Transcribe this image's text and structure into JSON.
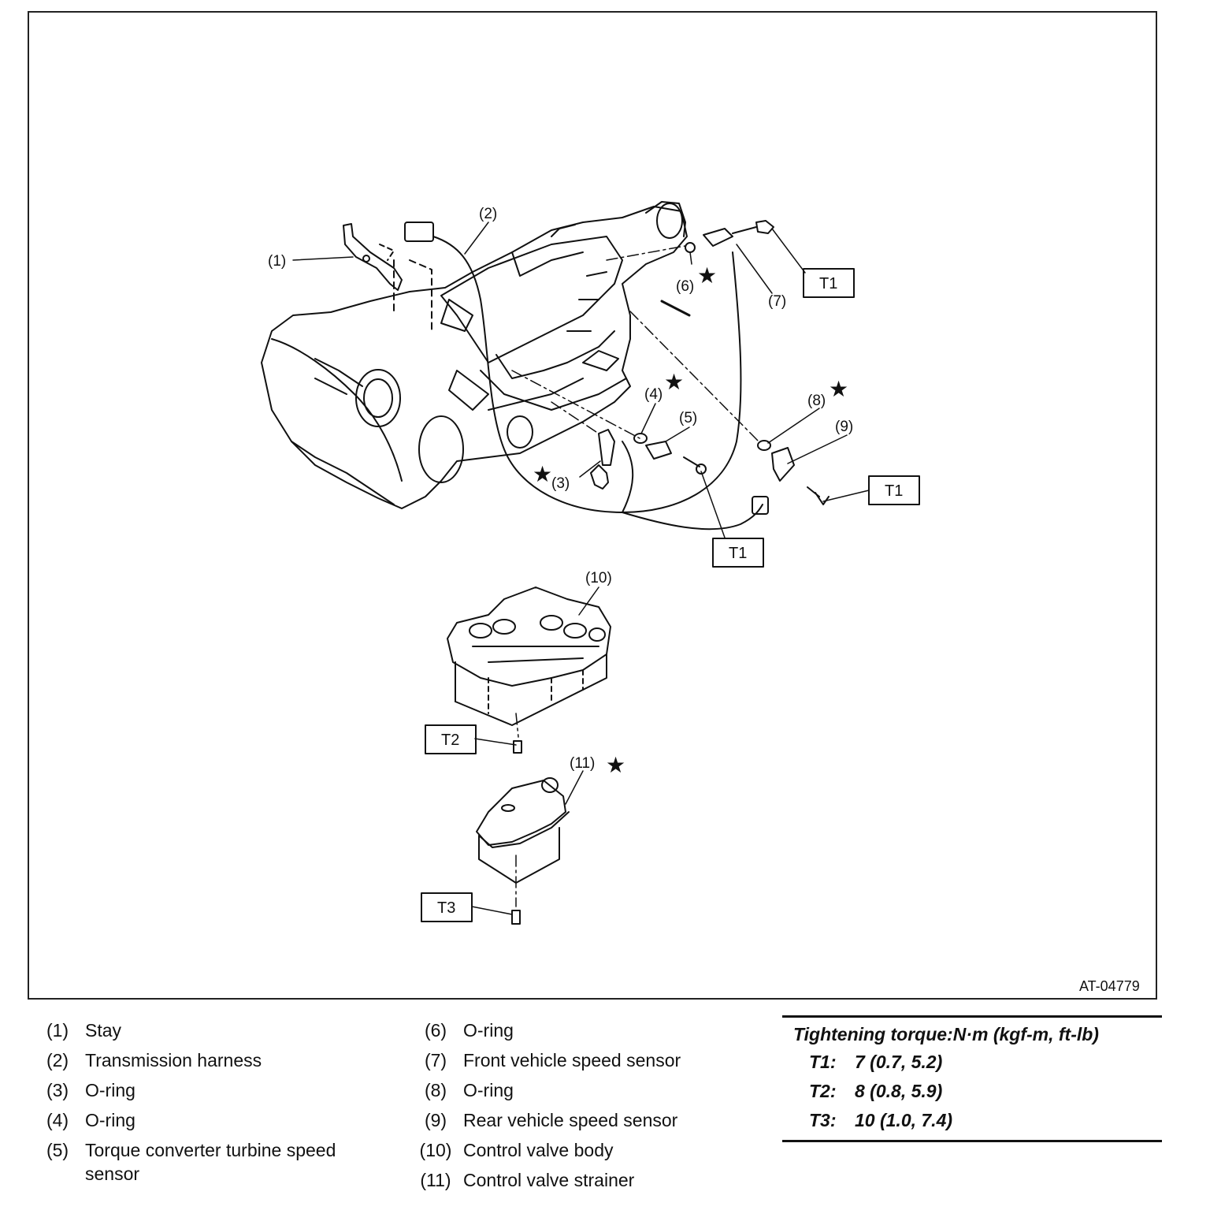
{
  "figure": {
    "id": "AT-04779",
    "callouts": [
      "(1)",
      "(2)",
      "(3)",
      "(4)",
      "(5)",
      "(6)",
      "(7)",
      "(8)",
      "(9)",
      "(10)",
      "(11)"
    ],
    "torque_boxes": [
      "T1",
      "T1",
      "T1",
      "T2",
      "T3"
    ],
    "star_symbol": "★"
  },
  "legend": {
    "column1": [
      {
        "num": "(1)",
        "label": "Stay"
      },
      {
        "num": "(2)",
        "label": "Transmission harness"
      },
      {
        "num": "(3)",
        "label": "O-ring"
      },
      {
        "num": "(4)",
        "label": "O-ring"
      },
      {
        "num": "(5)",
        "label": "Torque converter turbine speed sensor"
      }
    ],
    "column2": [
      {
        "num": "(6)",
        "label": "O-ring"
      },
      {
        "num": "(7)",
        "label": "Front vehicle speed sensor"
      },
      {
        "num": "(8)",
        "label": "O-ring"
      },
      {
        "num": "(9)",
        "label": "Rear vehicle speed sensor"
      },
      {
        "num": "(10)",
        "label": "Control valve body"
      },
      {
        "num": "(11)",
        "label": "Control valve strainer"
      }
    ]
  },
  "torque": {
    "heading": "Tightening torque:N·m (kgf-m, ft-lb)",
    "rows": [
      {
        "key": "T1:",
        "value": "7 (0.7, 5.2)"
      },
      {
        "key": "T2:",
        "value": "8 (0.8, 5.9)"
      },
      {
        "key": "T3:",
        "value": "10 (1.0, 7.4)"
      }
    ]
  }
}
